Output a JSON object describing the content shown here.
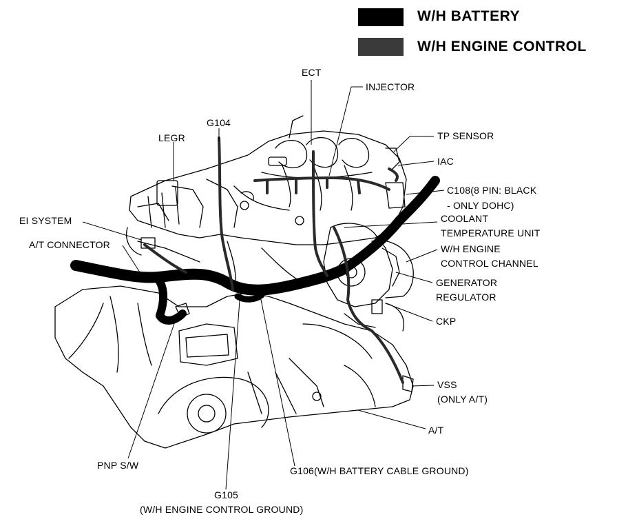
{
  "legend": {
    "battery": {
      "label": "W/H BATTERY",
      "color": "#000000"
    },
    "engine_control": {
      "label": "W/H ENGINE CONTROL",
      "color": "#3a3a3a"
    }
  },
  "labels": {
    "ect": "ECT",
    "injector": "INJECTOR",
    "g104": "G104",
    "legr": "LEGR",
    "tp_sensor": "TP SENSOR",
    "iac": "IAC",
    "c108_line1": "C108(8 PIN: BLACK",
    "c108_line2": "- ONLY DOHC)",
    "ei_system": "EI SYSTEM",
    "coolant_line1": "COOLANT",
    "coolant_line2": "TEMPERATURE UNIT",
    "at_connector": "A/T CONNECTOR",
    "whec_channel_line1": "W/H ENGINE",
    "whec_channel_line2": "CONTROL CHANNEL",
    "generator_line1": "GENERATOR",
    "generator_line2": "REGULATOR",
    "ckp": "CKP",
    "vss_line1": "VSS",
    "vss_line2": "(ONLY A/T)",
    "at": "A/T",
    "pnp": "PNP S/W",
    "g106": "G106(W/H BATTERY CABLE GROUND)",
    "g105_line1": "G105",
    "g105_line2": "(W/H ENGINE CONTROL GROUND)"
  }
}
